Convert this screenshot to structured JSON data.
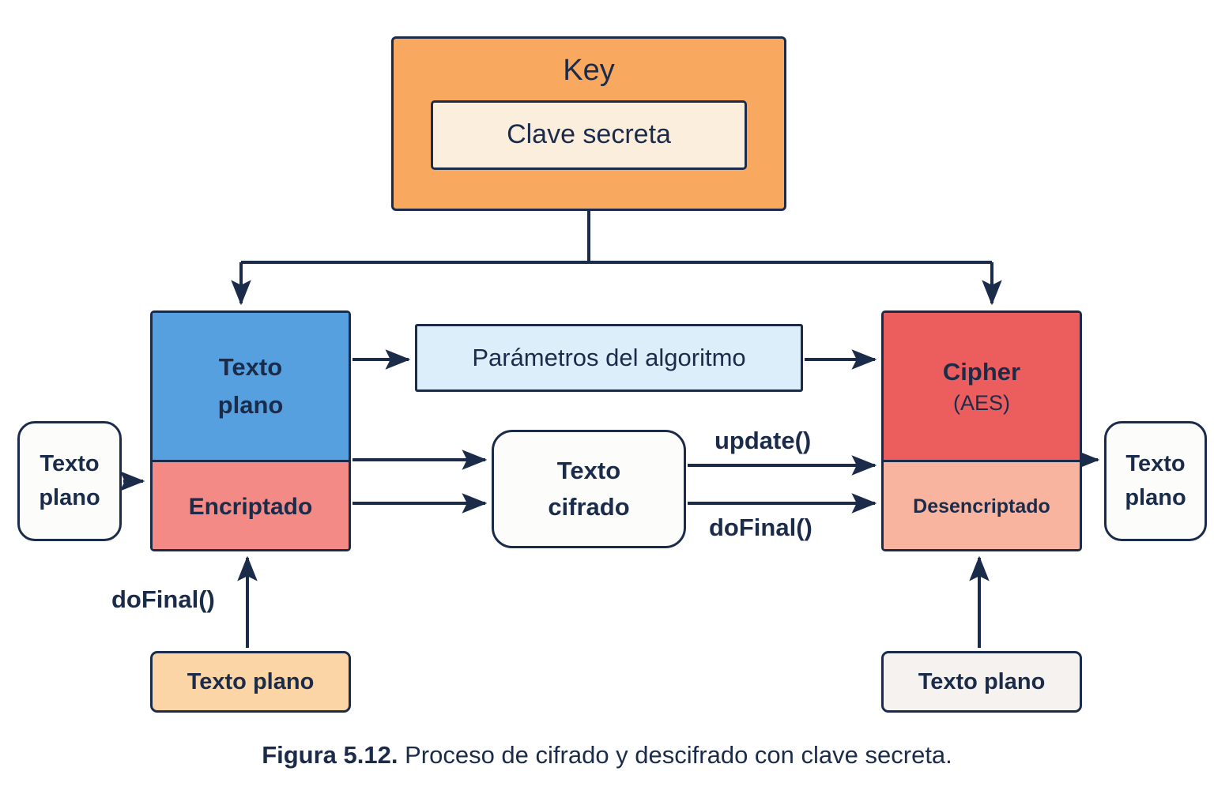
{
  "figure": {
    "caption_bold": "Figura 5.12.",
    "caption_text": " Proceso de cifrado y descifrado con clave secreta."
  },
  "nodes": {
    "key": {
      "title": "Key",
      "inner_label": "Clave secreta",
      "fill": "#F9A860",
      "inner_fill": "#FCEEDD"
    },
    "input_plaintext": {
      "line1": "Texto",
      "line2": "plano",
      "fill": "#FCFCFA"
    },
    "output_plaintext": {
      "line1": "Texto",
      "line2": "plano",
      "fill": "#FCFCFA"
    },
    "encrypt_stack": {
      "top_line1": "Texto",
      "top_line2": "plano",
      "top_fill": "#56A0E0",
      "bottom_label": "Encriptado",
      "bottom_fill": "#F48A85"
    },
    "decrypt_stack": {
      "top_title": "Cipher",
      "top_subtitle": "(AES)",
      "top_fill": "#EC5E5E",
      "bottom_label": "Desencriptado",
      "bottom_fill": "#F9B4A0"
    },
    "algorithm_params": {
      "label": "Parámetros del algoritmo",
      "fill": "#DDEEFB"
    },
    "ciphertext": {
      "line1": "Texto",
      "line2": "cifrado",
      "fill": "#FCFCFA"
    },
    "bottom_left_plaintext": {
      "label": "Texto plano",
      "fill": "#FBD5A5"
    },
    "bottom_right_plaintext": {
      "label": "Texto plano",
      "fill": "#F5F2EF"
    }
  },
  "edge_labels": {
    "update": "update()",
    "dofinal_right": "doFinal()",
    "dofinal_left": "doFinal()"
  },
  "colors": {
    "stroke": "#1b2c4a",
    "background": "#ffffff"
  }
}
